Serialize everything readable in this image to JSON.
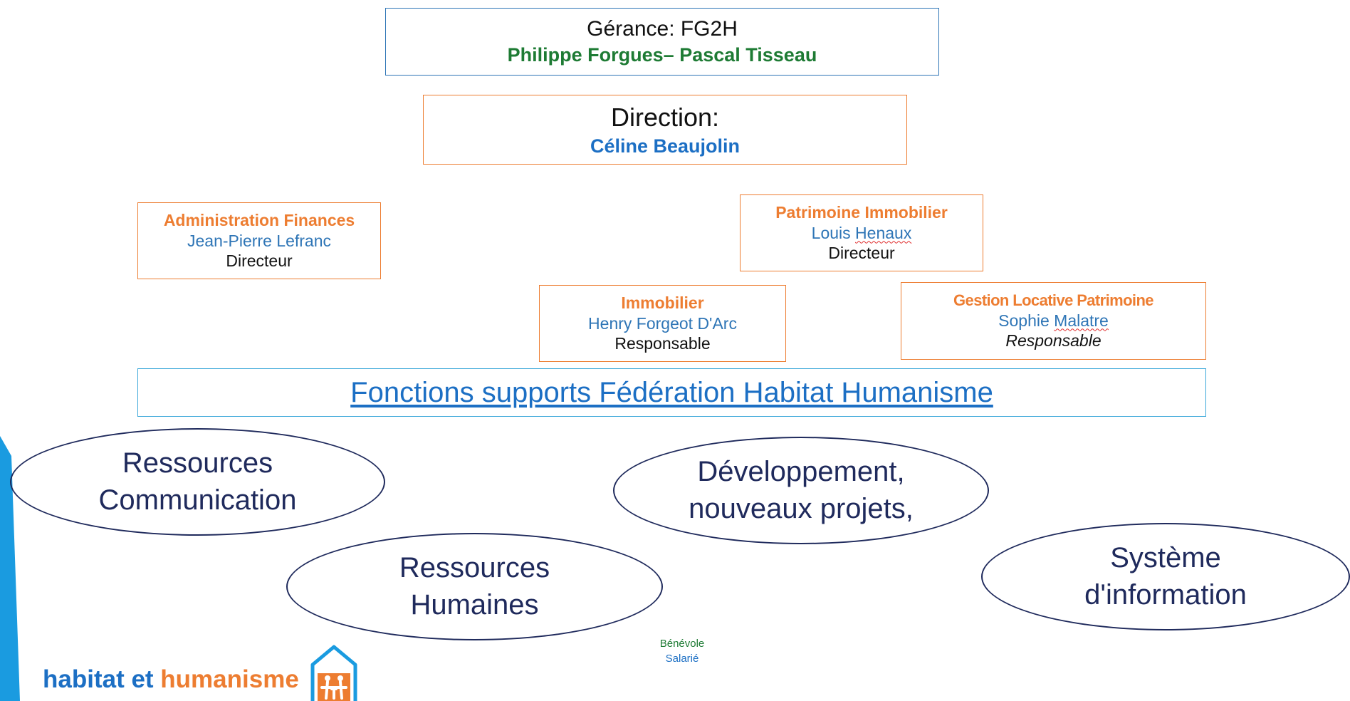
{
  "gerance": {
    "title": "Gérance: FG2H",
    "names": "Philippe Forgues– Pascal Tisseau"
  },
  "direction": {
    "title": "Direction:",
    "name": "Céline Beaujolin"
  },
  "admin_finances": {
    "title": "Administration Finances",
    "name": "Jean-Pierre Lefranc",
    "role": "Directeur"
  },
  "patrimoine": {
    "title": "Patrimoine Immobilier",
    "name_first": "Louis ",
    "name_last": "Henaux",
    "role": "Directeur"
  },
  "immobilier": {
    "title": "Immobilier",
    "name": "Henry Forgeot D'Arc",
    "role": "Responsable"
  },
  "gestion": {
    "title": "Gestion Locative Patrimoine",
    "name_first": "Sophie ",
    "name_last": "Malatre",
    "role": "Responsable"
  },
  "fonctions": {
    "title": "Fonctions supports Fédération Habitat Humanisme"
  },
  "ellipses": {
    "ressources_comm": [
      "Ressources",
      "Communication"
    ],
    "developpement": [
      "Développement,",
      "nouveaux projets,"
    ],
    "ressources_humaines": [
      "Ressources",
      "Humaines"
    ],
    "systeme": [
      "Système",
      "d'information"
    ]
  },
  "legend": {
    "benevole": "Bénévole",
    "salarie": "Salarié"
  },
  "logo": {
    "part1": "habitat et ",
    "part2": "humanisme"
  },
  "colors": {
    "blue": "#2e75b6",
    "orange": "#ed7d31",
    "navy": "#1f2a5c",
    "green": "#1e7b34",
    "stripe": "#1a9be0"
  }
}
